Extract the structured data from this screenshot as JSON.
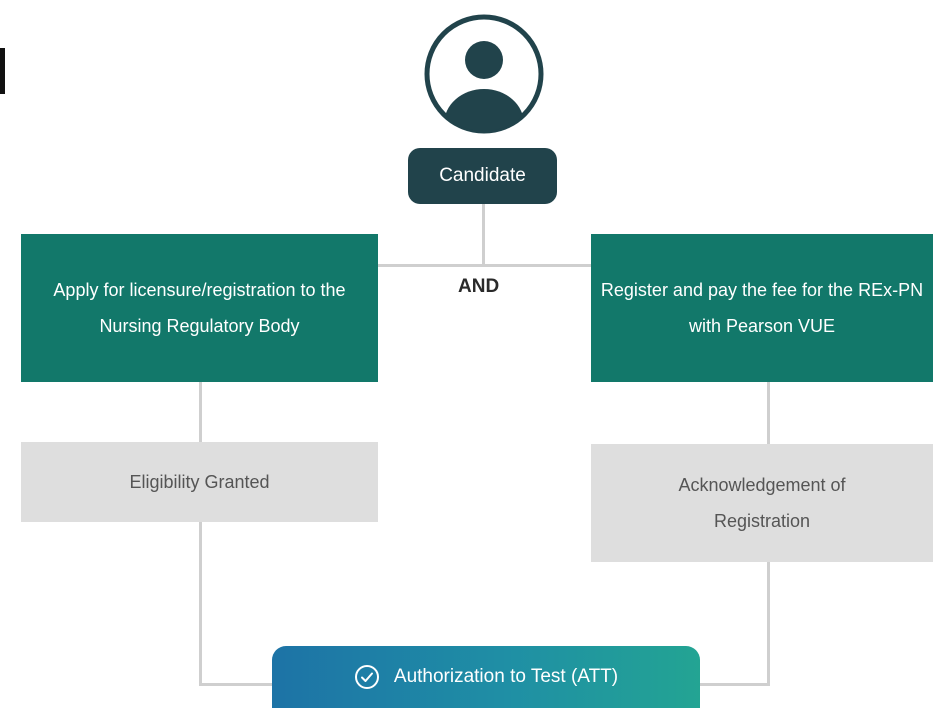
{
  "candidate": {
    "label": "Candidate",
    "icon": "person-icon"
  },
  "connector_label": "AND",
  "steps": {
    "apply": "Apply for licensure/registration to the Nursing Regulatory Body",
    "register": "Register and pay the fee for the REx-PN with Pearson VUE",
    "eligibility": "Eligibility Granted",
    "acknowledgement": "Acknowledgement of Registration"
  },
  "result": {
    "label": "Authorization to Test (ATT)",
    "icon": "check-circle-icon"
  },
  "colors": {
    "candidate": "#21434b",
    "step": "#12786a",
    "outcome": "#dedede",
    "result_start": "#1d73a6",
    "result_end": "#23a493",
    "connector": "#cfcfcf"
  }
}
